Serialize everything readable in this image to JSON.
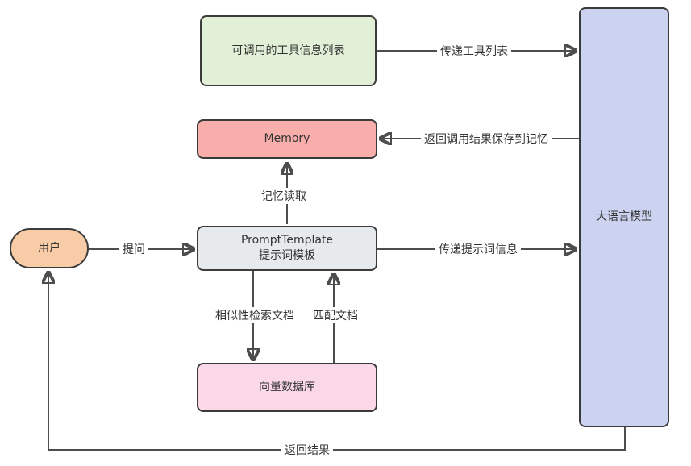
{
  "diagram": {
    "nodes": {
      "tool_list": {
        "label": "可调用的工具信息列表",
        "fill": "#e3f0d8"
      },
      "memory": {
        "label": "Memory",
        "fill": "#f8aeab"
      },
      "prompt_template": {
        "label_line1": "PromptTemplate",
        "label_line2": "提示词模板",
        "fill": "#e6eaec"
      },
      "vector_db": {
        "label": "向量数据库",
        "fill": "#fbd8e8"
      },
      "user": {
        "label": "用户",
        "fill": "#f8cca6"
      },
      "llm": {
        "label": "大语言模型",
        "fill": "#ccd3f0"
      }
    },
    "edges": {
      "pass_tool_list": "传递工具列表",
      "return_result_to_memory": "返回调用结果保存到记忆",
      "memory_read": "记忆读取",
      "ask": "提问",
      "pass_prompt_info": "传递提示词信息",
      "similarity_search": "相似性检索文档",
      "match_docs": "匹配文档",
      "return_result": "返回结果"
    },
    "line_color": "#4d4d4d",
    "border_color": "#3b3b3b",
    "text_color": "#333333",
    "background": "#ffffff"
  }
}
